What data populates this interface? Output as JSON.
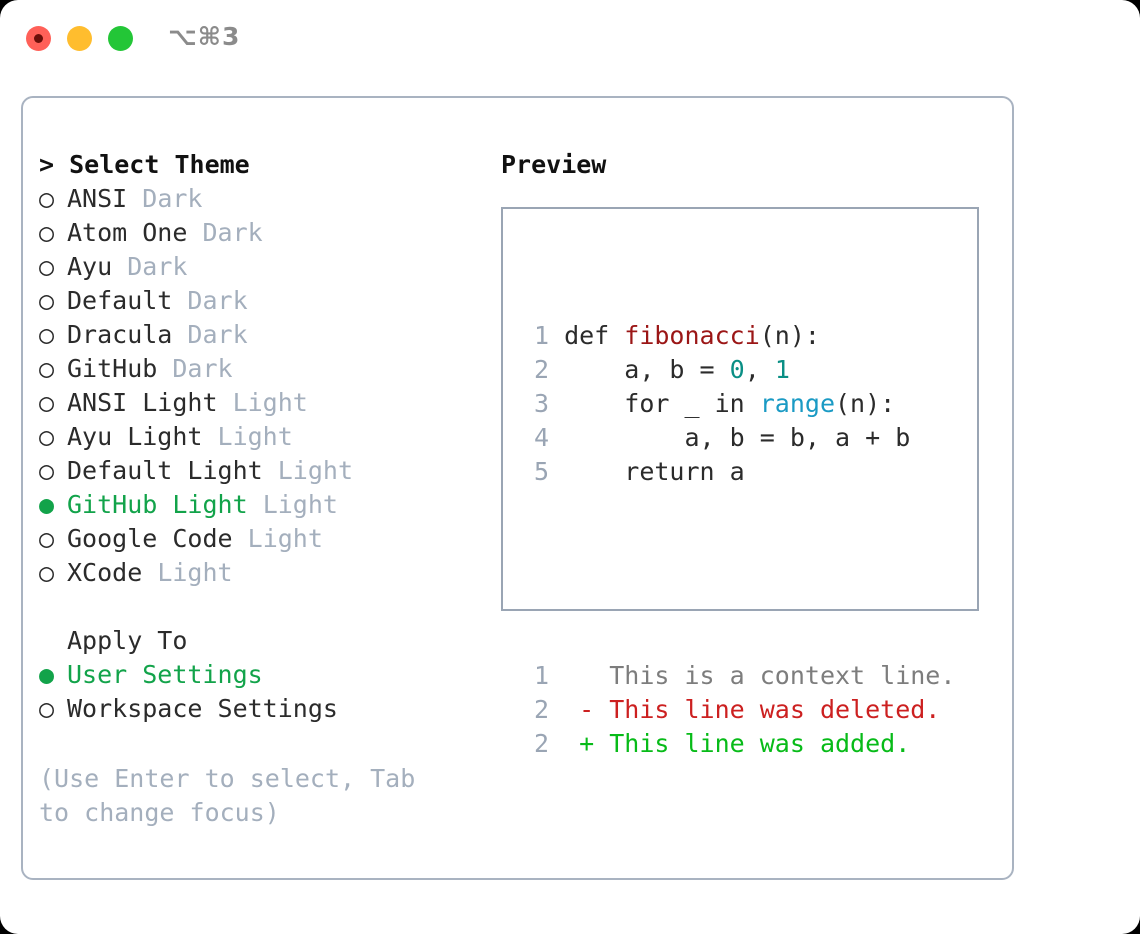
{
  "window": {
    "shortcut": "⌥⌘3",
    "traffic_lights": [
      {
        "name": "close",
        "color": "#ff6058"
      },
      {
        "name": "minimize",
        "color": "#ffbd2e"
      },
      {
        "name": "maximize",
        "color": "#23c637"
      }
    ]
  },
  "colors": {
    "selected_green": "#12a34a",
    "muted": "#a4afbd",
    "text": "#2b2b2b",
    "border": "#a9b3c1",
    "code_border": "#9aa5b4",
    "fn_red": "#9b1616",
    "num_teal": "#0a8f85",
    "builtin_blue": "#1a9ac4",
    "diff_add": "#07bb18",
    "diff_del": "#cc2020",
    "diff_ctx": "#7d7d7d"
  },
  "theme_list": {
    "header": "> Select Theme",
    "items": [
      {
        "bullet": "○",
        "name": "ANSI",
        "category": "Dark",
        "selected": false
      },
      {
        "bullet": "○",
        "name": "Atom One",
        "category": "Dark",
        "selected": false
      },
      {
        "bullet": "○",
        "name": "Ayu",
        "category": "Dark",
        "selected": false
      },
      {
        "bullet": "○",
        "name": "Default",
        "category": "Dark",
        "selected": false
      },
      {
        "bullet": "○",
        "name": "Dracula",
        "category": "Dark",
        "selected": false
      },
      {
        "bullet": "○",
        "name": "GitHub",
        "category": "Dark",
        "selected": false
      },
      {
        "bullet": "○",
        "name": "ANSI Light",
        "category": "Light",
        "selected": false
      },
      {
        "bullet": "○",
        "name": "Ayu Light",
        "category": "Light",
        "selected": false
      },
      {
        "bullet": "○",
        "name": "Default Light",
        "category": "Light",
        "selected": false
      },
      {
        "bullet": "●",
        "name": "GitHub Light",
        "category": "Light",
        "selected": true
      },
      {
        "bullet": "○",
        "name": "Google Code",
        "category": "Light",
        "selected": false
      },
      {
        "bullet": "○",
        "name": "XCode",
        "category": "Light",
        "selected": false
      }
    ]
  },
  "apply_to": {
    "header": "Apply To",
    "items": [
      {
        "bullet": "●",
        "name": "User Settings",
        "selected": true
      },
      {
        "bullet": "○",
        "name": "Workspace Settings",
        "selected": false
      }
    ]
  },
  "hint": "(Use Enter to select, Tab to change focus)",
  "preview": {
    "title": "Preview",
    "code_lines": [
      {
        "num": "1",
        "tokens": [
          {
            "t": "def ",
            "c": "tok-kw"
          },
          {
            "t": "fibonacci",
            "c": "tok-fn"
          },
          {
            "t": "(n):",
            "c": "tok-plain"
          }
        ]
      },
      {
        "num": "2",
        "tokens": [
          {
            "t": "    a, b = ",
            "c": "tok-plain"
          },
          {
            "t": "0",
            "c": "tok-num"
          },
          {
            "t": ", ",
            "c": "tok-plain"
          },
          {
            "t": "1",
            "c": "tok-num"
          }
        ]
      },
      {
        "num": "3",
        "tokens": [
          {
            "t": "    for _ in ",
            "c": "tok-plain"
          },
          {
            "t": "range",
            "c": "tok-builtin"
          },
          {
            "t": "(n):",
            "c": "tok-plain"
          }
        ]
      },
      {
        "num": "4",
        "tokens": [
          {
            "t": "        a, b = b, a + b",
            "c": "tok-plain"
          }
        ]
      },
      {
        "num": "5",
        "tokens": [
          {
            "t": "    return a",
            "c": "tok-plain"
          }
        ]
      }
    ],
    "diff_lines": [
      {
        "num": "1",
        "marker": " ",
        "text": " This is a context line.",
        "kind": "diff-ctx"
      },
      {
        "num": "2",
        "marker": "-",
        "text": " This line was deleted.",
        "kind": "diff-del"
      },
      {
        "num": "2",
        "marker": "+",
        "text": " This line was added.",
        "kind": "diff-add"
      }
    ]
  }
}
